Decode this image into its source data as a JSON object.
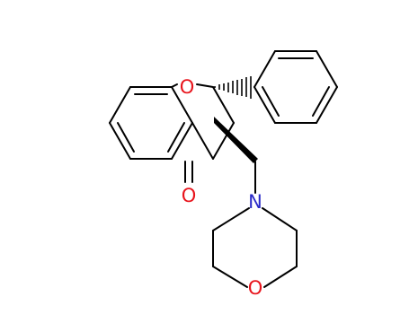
{
  "molecule": {
    "atoms": [
      {
        "id": "o1",
        "symbol": "O",
        "color": "#e8141c"
      },
      {
        "id": "o2",
        "symbol": "O",
        "color": "#e8141c"
      },
      {
        "id": "n1",
        "symbol": "N",
        "color": "#2a2ac8"
      },
      {
        "id": "o3",
        "symbol": "O",
        "color": "#e8141c"
      }
    ],
    "bond_color": "#000000",
    "stereo_bonds": [
      {
        "type": "hashed-wedge",
        "from": "C2",
        "to": "phenyl"
      },
      {
        "type": "solid-wedge",
        "from": "C3",
        "to": "CH2"
      }
    ]
  }
}
